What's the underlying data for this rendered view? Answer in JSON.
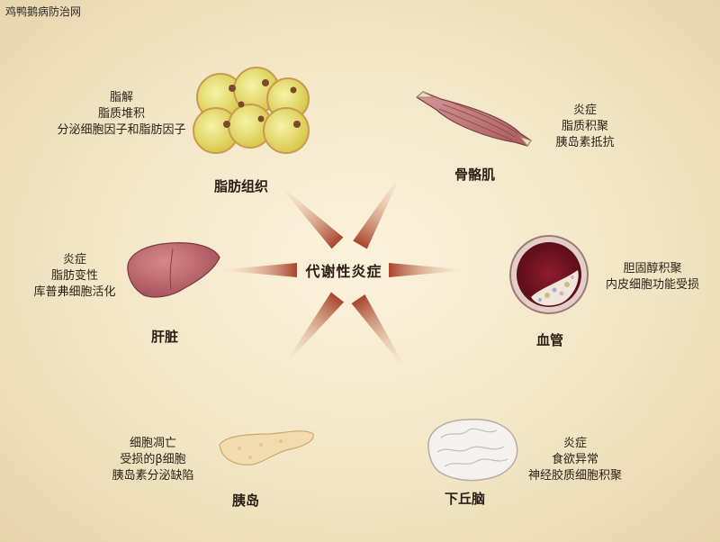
{
  "watermark": "鸡鸭鹅病防治网",
  "center": "代谢性炎症",
  "organs": {
    "adipose": {
      "label": "脂肪组织",
      "lines": [
        "脂解",
        "脂质堆积",
        "分泌细胞因子和脂肪因子"
      ]
    },
    "muscle": {
      "label": "骨骼肌",
      "lines": [
        "炎症",
        "脂质积聚",
        "胰岛素抵抗"
      ]
    },
    "liver": {
      "label": "肝脏",
      "lines": [
        "炎症",
        "脂肪变性",
        "库普弗细胞活化"
      ]
    },
    "vessel": {
      "label": "血管",
      "lines": [
        "胆固醇积聚",
        "内皮细胞功能受损"
      ]
    },
    "pancreas": {
      "label": "胰岛",
      "lines": [
        "细胞凋亡",
        "受损的β细胞",
        "胰岛素分泌缺陷"
      ]
    },
    "hypothalamus": {
      "label": "下丘脑",
      "lines": [
        "炎症",
        "食欲异常",
        "神经胶质细胞积聚"
      ]
    }
  }
}
